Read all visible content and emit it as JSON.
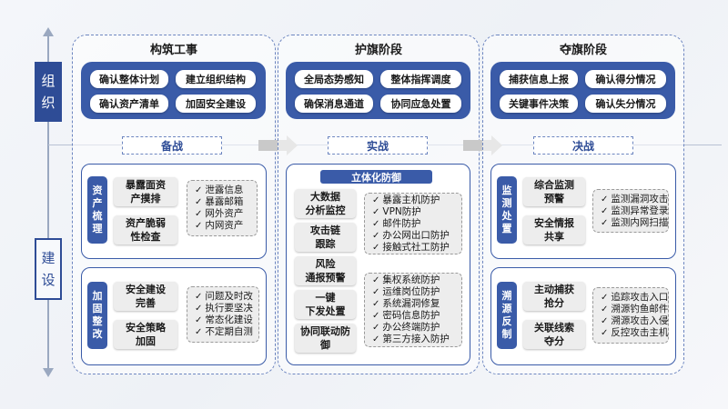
{
  "axis": {
    "top_label": [
      "组",
      "织"
    ],
    "bottom_label": [
      "建",
      "设"
    ]
  },
  "columns": [
    {
      "title": "构筑工事",
      "org_buttons": [
        "确认整体计划",
        "建立组织结构",
        "确认资产清单",
        "加固安全建设"
      ],
      "phase": "备战"
    },
    {
      "title": "护旗阶段",
      "org_buttons": [
        "全局态势感知",
        "整体指挥调度",
        "确保消息通道",
        "协同应急处置"
      ],
      "phase": "实战"
    },
    {
      "title": "夺旗阶段",
      "org_buttons": [
        "捕获信息上报",
        "确认得分情况",
        "关键事件决策",
        "确认失分情况"
      ],
      "phase": "决战"
    }
  ],
  "prep": {
    "card1": {
      "tab": [
        "资",
        "产",
        "梳",
        "理"
      ],
      "items": [
        [
          "暴露面资",
          "产摸排"
        ],
        [
          "资产脆弱",
          "性检查"
        ]
      ],
      "bullets": [
        "泄露信息",
        "暴露邮箱",
        "网外资产",
        "内网资产"
      ]
    },
    "card2": {
      "tab": [
        "加",
        "固",
        "整",
        "改"
      ],
      "items": [
        [
          "安全建设",
          "完善"
        ],
        [
          "安全策略",
          "加固"
        ]
      ],
      "bullets": [
        "问题及时改",
        "执行要坚决",
        "常态化建设",
        "不定期自测"
      ]
    }
  },
  "battle": {
    "banner": "立体化防御",
    "items": [
      [
        "大数据",
        "分析监控"
      ],
      [
        "攻击链",
        "跟踪"
      ],
      [
        "风险",
        "通报预警"
      ],
      [
        "一键",
        "下发处置"
      ],
      [
        "协同联动防",
        "御"
      ]
    ],
    "bullets1": [
      "暴露主机防护",
      "VPN防护",
      "邮件防护",
      "办公网出口防护",
      "接触式社工防护"
    ],
    "bullets2": [
      "集权系统防护",
      "运维岗位防护",
      "系统漏洞修复",
      "密码信息防护",
      "办公终端防护",
      "第三方接入防护"
    ]
  },
  "final": {
    "card1": {
      "tab": [
        "监",
        "测",
        "处",
        "置"
      ],
      "items": [
        [
          "综合监测",
          "预警"
        ],
        [
          "安全情报",
          "共享"
        ]
      ],
      "bullets": [
        "监测漏洞攻击",
        "监测异常登录",
        "监测内网扫描"
      ]
    },
    "card2": {
      "tab": [
        "溯",
        "源",
        "反",
        "制"
      ],
      "items": [
        [
          "主动捕获",
          "抢分"
        ],
        [
          "关联线索",
          "夺分"
        ]
      ],
      "bullets": [
        "追踪攻击入口",
        "溯源钓鱼邮件",
        "溯源攻击入侵",
        "反控攻击主机"
      ]
    }
  },
  "icons": {
    "check": "✓"
  }
}
